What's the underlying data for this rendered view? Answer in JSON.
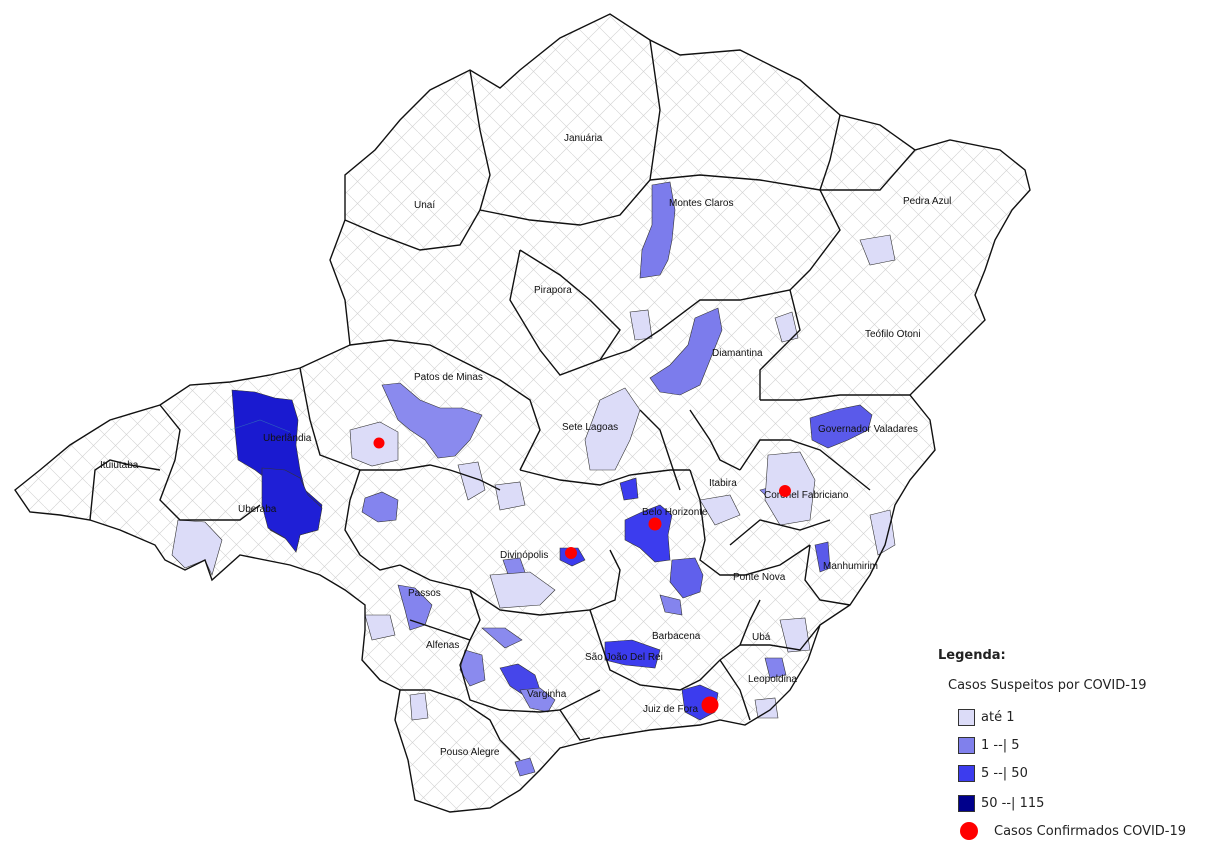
{
  "map": {
    "regions": [
      {
        "id": "januaria",
        "label": "Januária"
      },
      {
        "id": "unai",
        "label": "Unaí"
      },
      {
        "id": "montes-claros",
        "label": "Montes Claros"
      },
      {
        "id": "pedra-azul",
        "label": "Pedra Azul"
      },
      {
        "id": "pirapora",
        "label": "Pirapora"
      },
      {
        "id": "teofilo-otoni",
        "label": "Teófilo Otoni"
      },
      {
        "id": "diamantina",
        "label": "Diamantina"
      },
      {
        "id": "patos-de-minas",
        "label": "Patos de Minas"
      },
      {
        "id": "uberlandia",
        "label": "Uberlândia"
      },
      {
        "id": "sete-lagoas",
        "label": "Sete Lagoas"
      },
      {
        "id": "governador-valadares",
        "label": "Governador Valadares"
      },
      {
        "id": "ituiutaba",
        "label": "Ituiutaba"
      },
      {
        "id": "itabira",
        "label": "Itabira"
      },
      {
        "id": "coronel-fabriciano",
        "label": "Coronel Fabriciano"
      },
      {
        "id": "uberaba",
        "label": "Uberaba"
      },
      {
        "id": "belo-horizonte",
        "label": "Belo Horizonte"
      },
      {
        "id": "divinopolis",
        "label": "Divinópolis"
      },
      {
        "id": "manhumirim",
        "label": "Manhumirim"
      },
      {
        "id": "ponte-nova",
        "label": "Ponte Nova"
      },
      {
        "id": "passos",
        "label": "Passos"
      },
      {
        "id": "barbacena",
        "label": "Barbacena"
      },
      {
        "id": "uba",
        "label": "Ubá"
      },
      {
        "id": "sao-joao-del-rei",
        "label": "São João Del Rei"
      },
      {
        "id": "alfenas",
        "label": "Alfenas"
      },
      {
        "id": "leopoldina",
        "label": "Leopoldina"
      },
      {
        "id": "varginha",
        "label": "Varginha"
      },
      {
        "id": "juiz-de-fora",
        "label": "Juiz de Fora"
      },
      {
        "id": "pouso-alegre",
        "label": "Pouso Alegre"
      }
    ],
    "confirmed_markers": [
      "Uberlândia area",
      "Coronel Fabriciano",
      "Belo Horizonte",
      "Divinópolis",
      "Juiz de Fora"
    ]
  },
  "legend": {
    "title": "Legenda:",
    "subtitle": "Casos Suspeitos por COVID-19",
    "classes": [
      {
        "label": "até 1",
        "color": "#dcdcf8"
      },
      {
        "label": "1 --| 5",
        "color": "#8080ec"
      },
      {
        "label": "5 --| 50",
        "color": "#3c3cee"
      },
      {
        "label": "50 --| 115",
        "color": "#00008b"
      }
    ],
    "confirmed_label": "Casos Confirmados COVID-19",
    "confirmed_color": "#ff0000"
  }
}
